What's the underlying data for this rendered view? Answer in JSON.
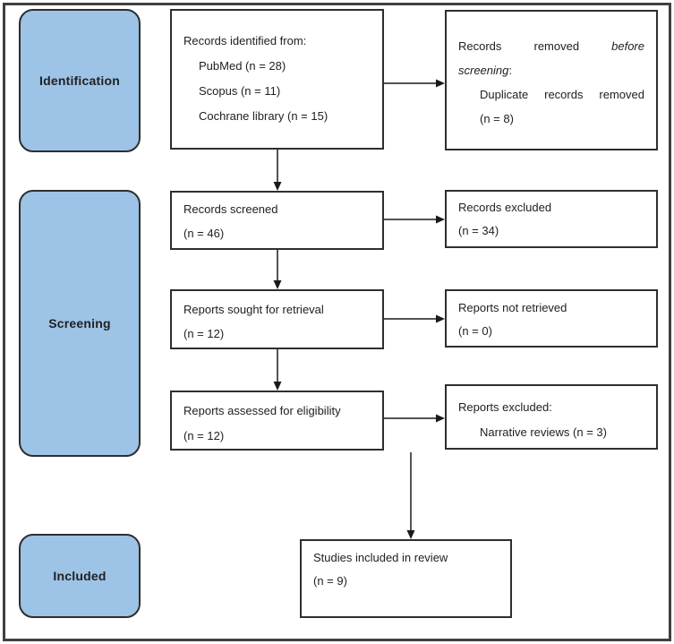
{
  "stages": {
    "identification": "Identification",
    "screening": "Screening",
    "included": "Included"
  },
  "boxes": {
    "identified": {
      "title": "Records identified from:",
      "items": [
        "PubMed (n = 28)",
        "Scopus (n = 11)",
        "Cochrane library (n = 15)"
      ]
    },
    "removed": {
      "line1": [
        "Records",
        "removed",
        "before"
      ],
      "line2_italic": "screening",
      "line2_colon": ":",
      "line3": [
        "Duplicate",
        "records",
        "removed"
      ],
      "line4": "(n = 8)"
    },
    "screened": {
      "line1": "Records screened",
      "line2": "(n = 46)"
    },
    "excluded": {
      "line1": "Records excluded",
      "line2": "(n = 34)"
    },
    "sought": {
      "line1": "Reports sought for retrieval",
      "line2": "(n = 12)"
    },
    "not_retrieved": {
      "line1": "Reports not retrieved",
      "line2": "(n = 0)"
    },
    "assessed": {
      "line1": "Reports assessed for eligibility",
      "line2": "(n = 12)"
    },
    "reports_excluded": {
      "title": "Reports excluded:",
      "item": "Narrative reviews (n = 3)"
    },
    "included_studies": {
      "line1": "Studies included in review",
      "line2": "(n = 9)"
    }
  },
  "colors": {
    "stage_fill": "#9DC3E6",
    "border": "#2e2e2e",
    "frame": "#404040",
    "arrow": "#1a1a1a",
    "text": "#212121"
  }
}
